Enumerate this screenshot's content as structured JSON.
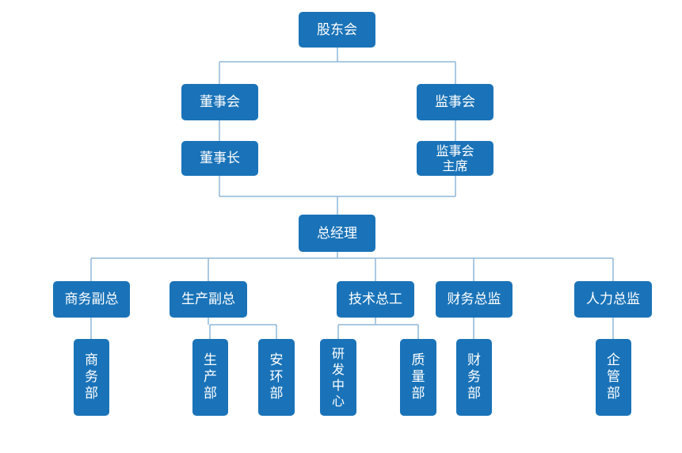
{
  "colors": {
    "box": "#1a73b8",
    "text": "#ffffff",
    "line": "#8fb8d8"
  },
  "nodes": {
    "shareholders": "股东会",
    "board": "董事会",
    "supervisory_board": "监事会",
    "chairman": "董事长",
    "supervisory_chair": [
      "监事会",
      "主席"
    ],
    "general_manager": "总经理",
    "vp_business": "商务副总",
    "vp_production": "生产副总",
    "chief_engineer": "技术总工",
    "finance_director": "财务总监",
    "hr_director": "人力总监",
    "business_dept": [
      "商",
      "务",
      "部"
    ],
    "production_dept": [
      "生",
      "产",
      "部"
    ],
    "safety_env_dept": [
      "安",
      "环",
      "部"
    ],
    "rd_center": [
      "研",
      "发",
      "中",
      "心"
    ],
    "quality_dept": [
      "质",
      "量",
      "部"
    ],
    "finance_dept": [
      "财",
      "务",
      "部"
    ],
    "management_dept": [
      "企",
      "管",
      "部"
    ]
  }
}
